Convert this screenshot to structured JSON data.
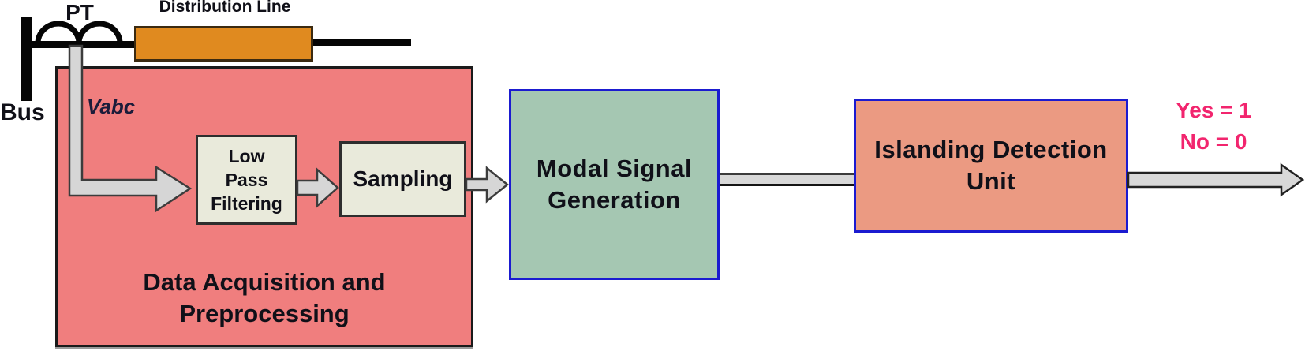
{
  "colors": {
    "pink-box": "#F07E7E",
    "pink-box-border": "#1A1A1A",
    "cream-box": "#E9EADB",
    "cream-box-border": "#2E2E2E",
    "green-box": "#A5C7B2",
    "blue-border": "#1B1BD0",
    "salmon-box": "#EB9A82",
    "orange-box": "#E08A1F",
    "orange-box-border": "#3B2A10",
    "arrow-fill": "#D6D6D6",
    "arrow-stroke": "#3C3C3C",
    "ink": "#101018",
    "accent-pink": "#F2256E",
    "wire": "#050505"
  },
  "labels": {
    "bus": "Bus",
    "pt": "PT",
    "distribution_line": "Distribution Line",
    "vabc": "Vabc"
  },
  "blocks": {
    "low_pass": {
      "line1": "Low",
      "line2": "Pass",
      "line3": "Filtering"
    },
    "sampling": {
      "label": "Sampling"
    },
    "daq": {
      "line1": "Data Acquisition and",
      "line2": "Preprocessing"
    },
    "modal": {
      "line1": "Modal Signal",
      "line2": "Generation"
    },
    "islanding": {
      "line1": "Islanding Detection",
      "line2": "Unit"
    }
  },
  "output": {
    "yes": "Yes = 1",
    "no": "No = 0"
  }
}
